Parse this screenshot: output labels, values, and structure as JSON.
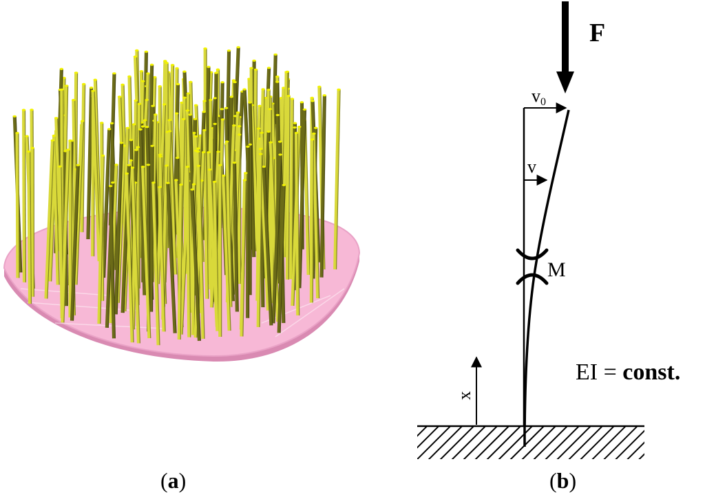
{
  "panel_a": {
    "caption_open": "(",
    "caption_letter": "a",
    "caption_close": ")",
    "colors": {
      "substrate_top": "#f7b8d6",
      "substrate_edge": "#d98ab2",
      "wire_light": "#d9d93a",
      "wire_dark": "#6b6b18",
      "wire_tip": "#f2f200"
    }
  },
  "panel_b": {
    "caption_open": "(",
    "caption_letter": "b",
    "caption_close": ")",
    "force_label": "F",
    "v0_label": "v",
    "v0_subscript": "0",
    "v_label": "v",
    "moment_label": "M",
    "x_label": "x",
    "stiffness_lhs": "EI = ",
    "stiffness_rhs": "const."
  }
}
